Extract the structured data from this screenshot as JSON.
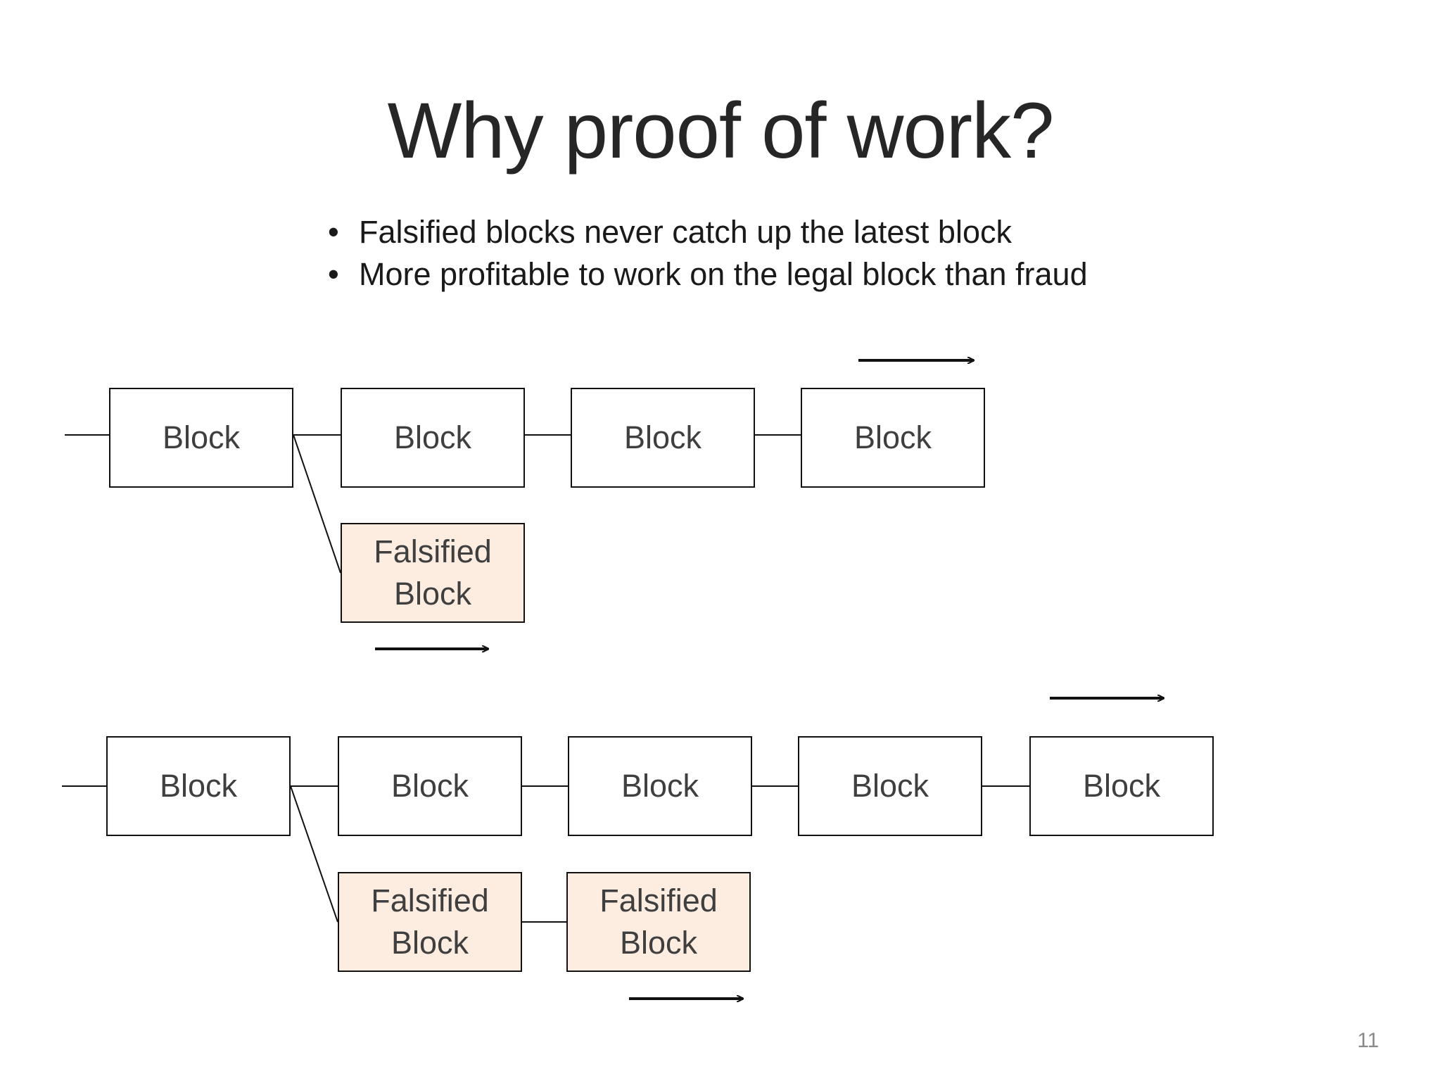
{
  "slide": {
    "title": "Why proof of work?",
    "bullets": [
      "Falsified blocks never catch up the latest block",
      "More profitable to work on the legal block than fraud"
    ],
    "page_number": "11"
  },
  "diagram": {
    "block_label": "Block",
    "falsified_label": "Falsified\nBlock",
    "colors": {
      "block_fill": "#ffffff",
      "falsified_fill": "#fdece0",
      "stroke": "#111111"
    }
  }
}
